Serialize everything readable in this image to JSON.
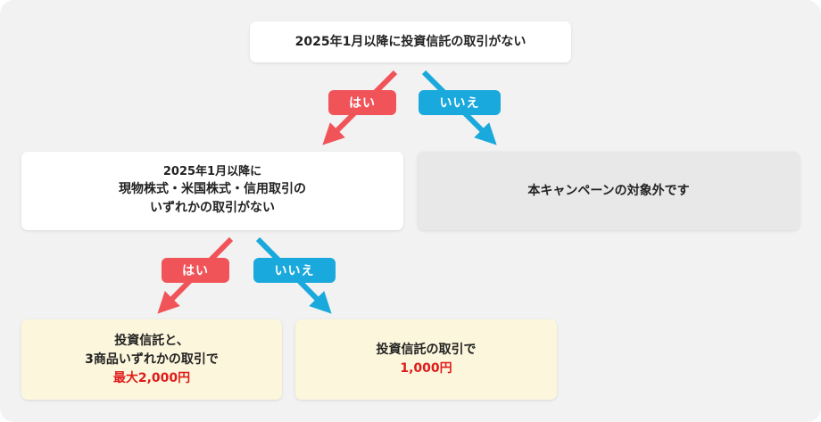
{
  "colors": {
    "yes_arrow": "#f05459",
    "no_arrow": "#1aa9dc",
    "highlight_text": "#e01b1b",
    "panel_bg": "#f2f2f2",
    "result_bg": "#fcf6dc",
    "excluded_bg": "#e8e8e8"
  },
  "q1": {
    "text": "2025年1月以降に投資信託の取引がない"
  },
  "q1_branches": {
    "yes_label": "はい",
    "no_label": "いいえ"
  },
  "q2": {
    "line1": "2025年1月以降に",
    "line2": "現物株式・米国株式・信用取引の",
    "line3": "いずれかの取引がない"
  },
  "excluded": {
    "text": "本キャンペーンの対象外です"
  },
  "q2_branches": {
    "yes_label": "はい",
    "no_label": "いいえ"
  },
  "result_yes": {
    "line1": "投資信託と、",
    "line2": "3商品いずれかの取引で",
    "reward": "最大2,000円"
  },
  "result_no": {
    "line1": "投資信託の取引で",
    "reward": "1,000円"
  }
}
